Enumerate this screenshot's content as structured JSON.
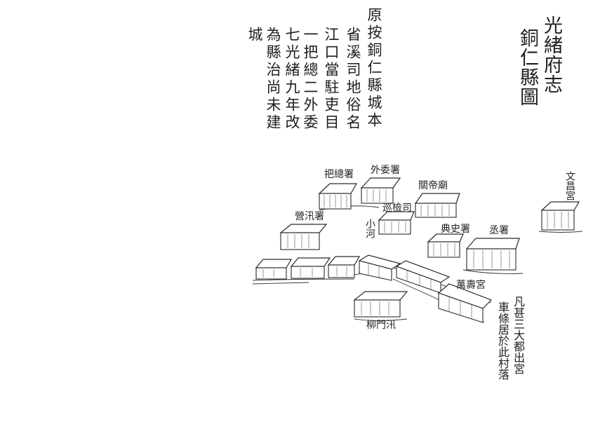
{
  "title": {
    "col1": "光緒府志",
    "col2": "銅仁縣圖"
  },
  "note": {
    "columns": [
      "原按銅仁縣城本",
      "省溪司地俗名",
      "江口當駐吏目",
      "一把總二外委",
      "七光緒九年改",
      "為縣治尚未建",
      "城"
    ]
  },
  "labels": {
    "bazong": "把總署",
    "waiwei": "外委署",
    "guandi": "關帝廟",
    "wenchang": "文昌宮",
    "cheng": "丞署",
    "dianshi": "典史署",
    "xunjian": "巡檢司",
    "xiaojiang": "小河",
    "wanshou": "萬壽宮",
    "xueshi": "營汛署",
    "liumen": "柳門汛",
    "bottomnote_1": "凡甚三大都出宮",
    "bottomnote_2": "車條居於此村落"
  },
  "colors": {
    "ink": "#1f1f1f",
    "paper": "#ffffff"
  }
}
